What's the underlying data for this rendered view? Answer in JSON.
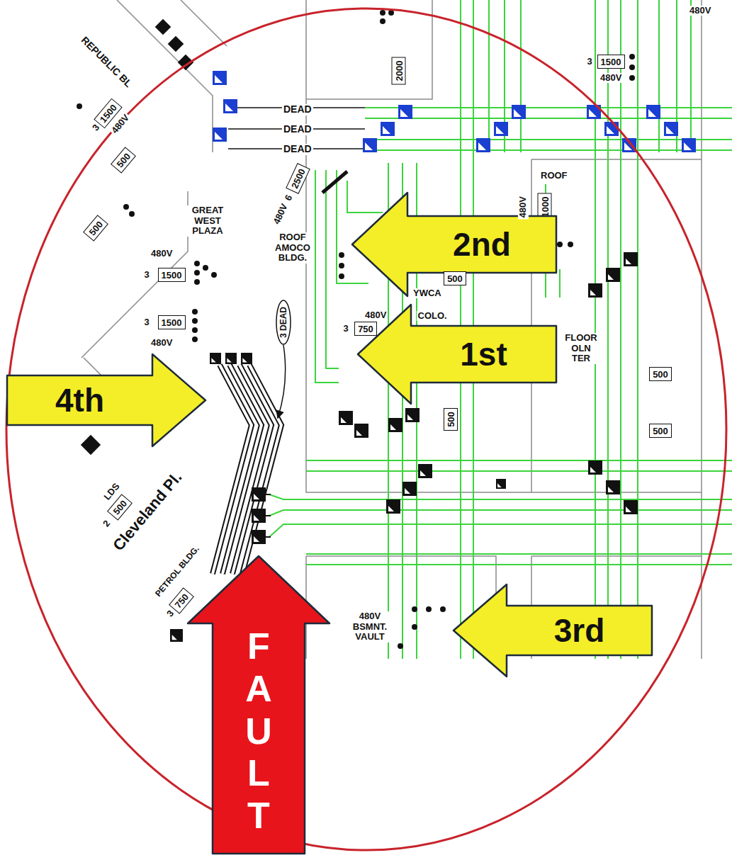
{
  "diagram": {
    "nodes": [
      {
        "text": [
          "1500"
        ]
      },
      {
        "text": [
          "500"
        ]
      },
      {
        "text": [
          "2000"
        ]
      },
      {
        "text": [
          "1500"
        ]
      },
      {
        "text": [
          "2500"
        ]
      },
      {
        "text": [
          "1000"
        ]
      },
      {
        "text": [
          "500"
        ]
      },
      {
        "text": [
          "2nd"
        ]
      },
      {
        "text": [
          "1500"
        ]
      },
      {
        "text": [
          "500"
        ]
      },
      {
        "text": [
          "3 DEAD"
        ]
      },
      {
        "text": [
          "1500"
        ]
      },
      {
        "text": [
          "750"
        ]
      },
      {
        "text": [
          "1st"
        ]
      },
      {
        "text": [
          "4th"
        ]
      },
      {
        "text": [
          "500"
        ]
      },
      {
        "text": [
          "500"
        ]
      },
      {
        "text": [
          "500"
        ]
      },
      {
        "text": [
          "500"
        ]
      },
      {
        "text": [
          "750"
        ]
      },
      {
        "text": [
          "3rd"
        ]
      },
      {
        "text": [
          "FAULT"
        ]
      }
    ],
    "labels": [
      "REPUBLIC BL",
      "DEAD",
      "DEAD",
      "DEAD",
      "480V",
      "3",
      "480V",
      "3",
      "480V",
      "480V",
      "6",
      "ROOF AMOCO BLDG.",
      "GREAT WEST PLAZA",
      "ROOF",
      "480V",
      "480V",
      "3",
      "YWCA",
      "COLO.",
      "480V",
      "3",
      "3",
      "480V",
      "FLOOR OLN TER",
      "Cleveland Pl.",
      "LDS",
      "2",
      "3",
      "PETROL BLDG.",
      "480V BSMNT. VAULT"
    ]
  }
}
